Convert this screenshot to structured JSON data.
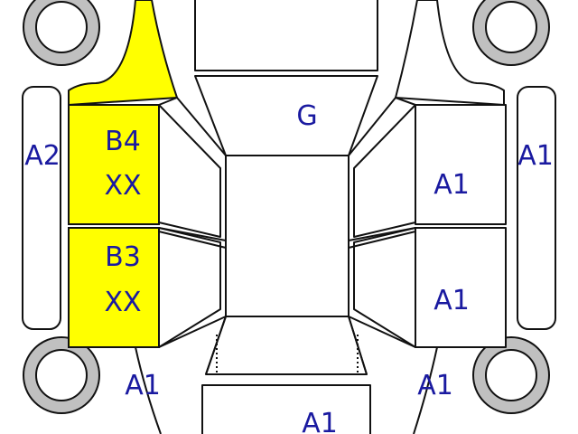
{
  "colors": {
    "damage_fill": "#ffff00",
    "label_text": "#1a1aa0",
    "outline": "#111111",
    "tire_fill": "#c0c0c0"
  },
  "labels": {
    "roof": "G",
    "left_side_bar": "A2",
    "right_side_bar": "A1",
    "left_front_door_code": "B4",
    "left_front_door_grade": "XX",
    "left_rear_door_code": "B3",
    "left_rear_door_grade": "XX",
    "right_front_door": "A1",
    "right_rear_door": "A1",
    "left_rear_fender": "A1",
    "right_rear_fender": "A1",
    "rear_trunk": "A1"
  }
}
